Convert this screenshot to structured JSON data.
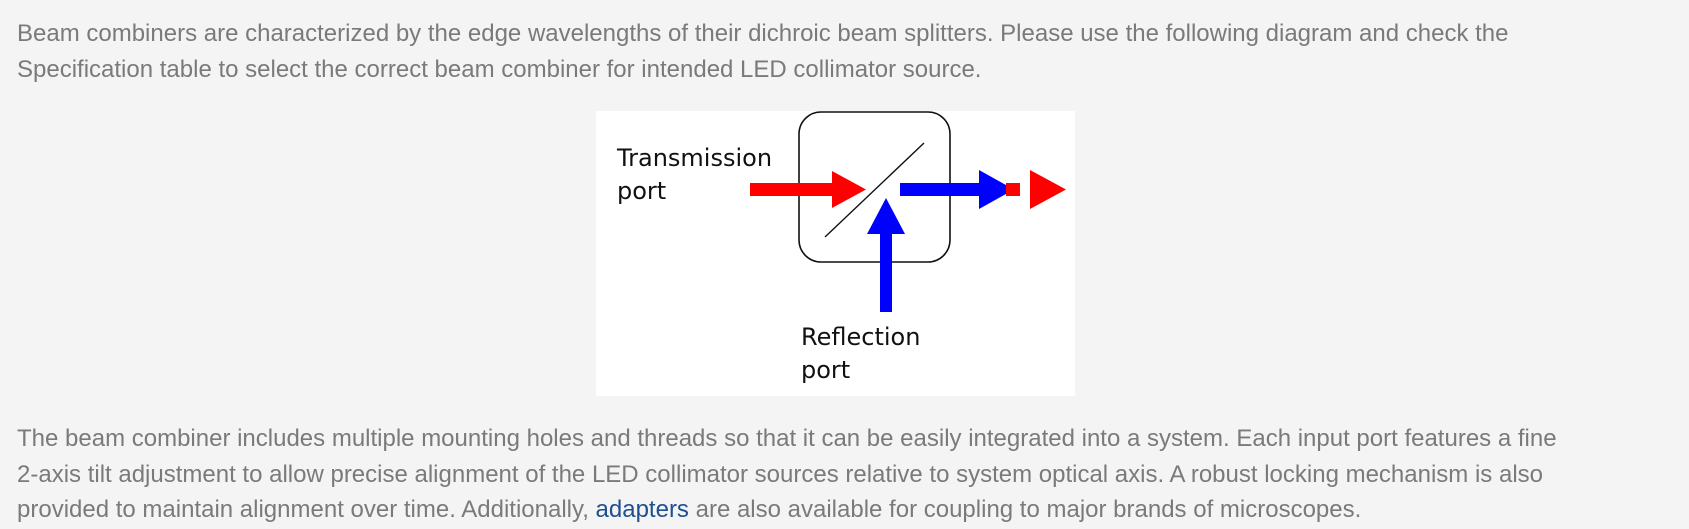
{
  "intro": {
    "line1": "Beam combiners are characterized by the edge wavelengths of their dichroic beam splitters. Please use the following diagram and check the",
    "line2": "Specification table to select the correct beam combiner for intended LED collimator source."
  },
  "diagram": {
    "transmission_label_line1": "Transmission",
    "transmission_label_line2": "port",
    "reflection_label_line1": "Reflection",
    "reflection_label_line2": "port",
    "colors": {
      "transmission_beam": "#ff0000",
      "reflection_beam": "#0000ff",
      "outline": "#111111"
    }
  },
  "body": {
    "line1": "The beam combiner includes multiple mounting holes and threads so that it can be easily integrated into a system. Each input port features a fine",
    "line2": "2-axis tilt adjustment to allow precise alignment of the LED collimator sources relative to system optical axis. A robust locking mechanism is also",
    "line3_before_link": "provided to maintain alignment over time. Additionally, ",
    "link_text": "adapters",
    "line3_after_link": " are also available for coupling to major brands of microscopes."
  }
}
